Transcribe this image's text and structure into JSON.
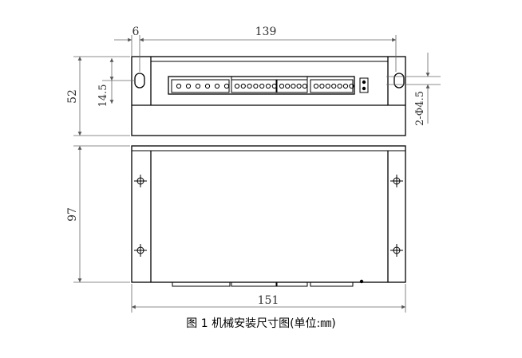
{
  "dimensions": {
    "top_width": "139",
    "top_offset": "6",
    "height_side": "52",
    "slot_height": "14.5",
    "hole_spec": "2-Φ4.5",
    "front_height": "97",
    "front_width": "151"
  },
  "caption": "图 1  机械安装尺寸图(单位:㎜)",
  "colors": {
    "line": "#000000",
    "dimension_line": "#555555"
  }
}
